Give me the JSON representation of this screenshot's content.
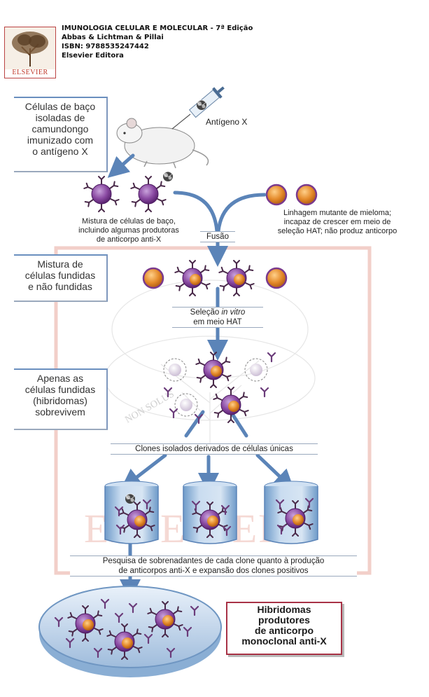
{
  "header": {
    "lines": [
      "IMUNOLOGIA CELULAR E MOLECULAR - 7ª Edição",
      "Abbas & Lichtman & Pillai",
      "ISBN: 9788535247442",
      "Elsevier Editora"
    ],
    "logo_text": "ELSEVIER",
    "watermark_text": "ELSEVIER",
    "seal_text": "NON SOLUS"
  },
  "left_labels": {
    "spleen": [
      "Células de baço",
      "isoladas de",
      "camundongo",
      "imunizado com",
      "o antígeno X"
    ],
    "mixture": [
      "Mistura de",
      "células fundidas",
      "e não fundidas"
    ],
    "survivors": [
      "Apenas as",
      "células fundidas",
      "(hibridomas)",
      "sobrevivem"
    ]
  },
  "antigen_label": "Antígeno X",
  "spleen_mix_caption": [
    "Mistura de células de baço,",
    "incluindo algumas produtoras",
    "de anticorpo anti-X"
  ],
  "myeloma_caption": [
    "Linhagem mutante de mieloma;",
    "incapaz de crescer em meio de",
    "seleção HAT; não produz anticorpo"
  ],
  "fusion_label": "Fusão",
  "selection_label": {
    "line1_prefix": "Seleção ",
    "line1_italic": "in vitro",
    "line2": "em meio HAT"
  },
  "clones_bar": "Clones isolados derivados de células únicas",
  "screening_bar": [
    "Pesquisa de sobrenadantes de cada clone quanto à produção",
    "de anticorpos anti-X e expansão dos clones positivos"
  ],
  "result_box": [
    "Hibridomas",
    "produtores",
    "de anticorpo",
    "monoclonal anti-X"
  ],
  "colors": {
    "arrow_blue": "#5b84b8",
    "cell_purple": "#7a3a8e",
    "nucleus_orange": "#e48a2a",
    "antibody": "#4a2a4a",
    "frame_red": "#e8a49a",
    "result_border": "#a83246"
  }
}
